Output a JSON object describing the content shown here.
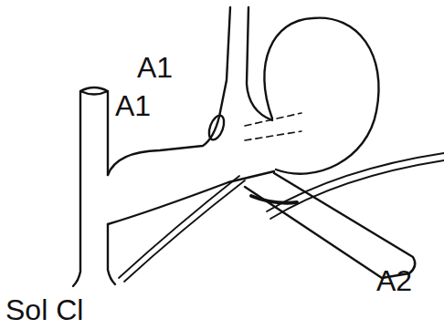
{
  "diagram": {
    "labels": [
      "A1",
      "A1",
      "A2",
      "Sol Cl"
    ]
  }
}
